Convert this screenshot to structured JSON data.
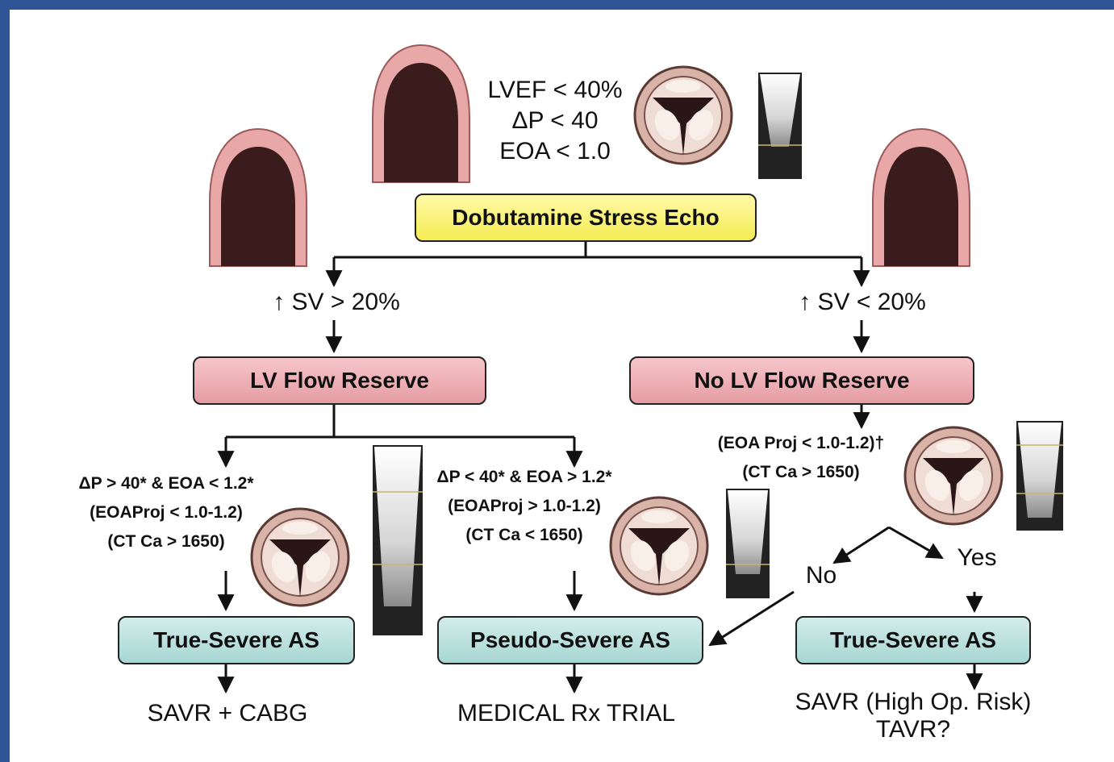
{
  "top_criteria": [
    "LVEF < 40%",
    "ΔP < 40",
    "EOA < 1.0"
  ],
  "boxes": {
    "dse": "Dobutamine Stress Echo",
    "lv_flow_reserve": "LV Flow Reserve",
    "no_lv_flow_reserve": "No LV Flow Reserve",
    "true_severe_left": "True-Severe AS",
    "pseudo_severe": "Pseudo-Severe AS",
    "true_severe_right": "True-Severe AS"
  },
  "branch_labels": {
    "sv_up": "↑ SV > 20%",
    "sv_low": "↑ SV < 20%",
    "no": "No",
    "yes": "Yes"
  },
  "criteria": {
    "true_left": [
      "ΔP > 40* & EOA < 1.2*",
      "(EOAProj < 1.0-1.2)",
      "(CT Ca > 1650)"
    ],
    "pseudo": [
      "ΔP < 40* & EOA > 1.2*",
      "(EOAProj > 1.0-1.2)",
      "(CT Ca < 1650)"
    ],
    "no_reserve": [
      "(EOA Proj < 1.0-1.2)†",
      "(CT Ca > 1650)"
    ]
  },
  "outcomes": {
    "left": "SAVR + CABG",
    "middle": "MEDICAL Rx TRIAL",
    "right_line1": "SAVR (High Op. Risk)",
    "right_line2": "TAVR?"
  },
  "colors": {
    "frame": "#2f5597",
    "yellow_box": "#f4ec52",
    "pink_box": "#e59ca3",
    "teal_box": "#a7d7d3",
    "ventricle_wall": "#e8a8a8",
    "ventricle_cavity": "#3a1c1c"
  },
  "icons": [
    "ventricle-icon",
    "aortic-valve-icon",
    "doppler-trace-icon"
  ]
}
